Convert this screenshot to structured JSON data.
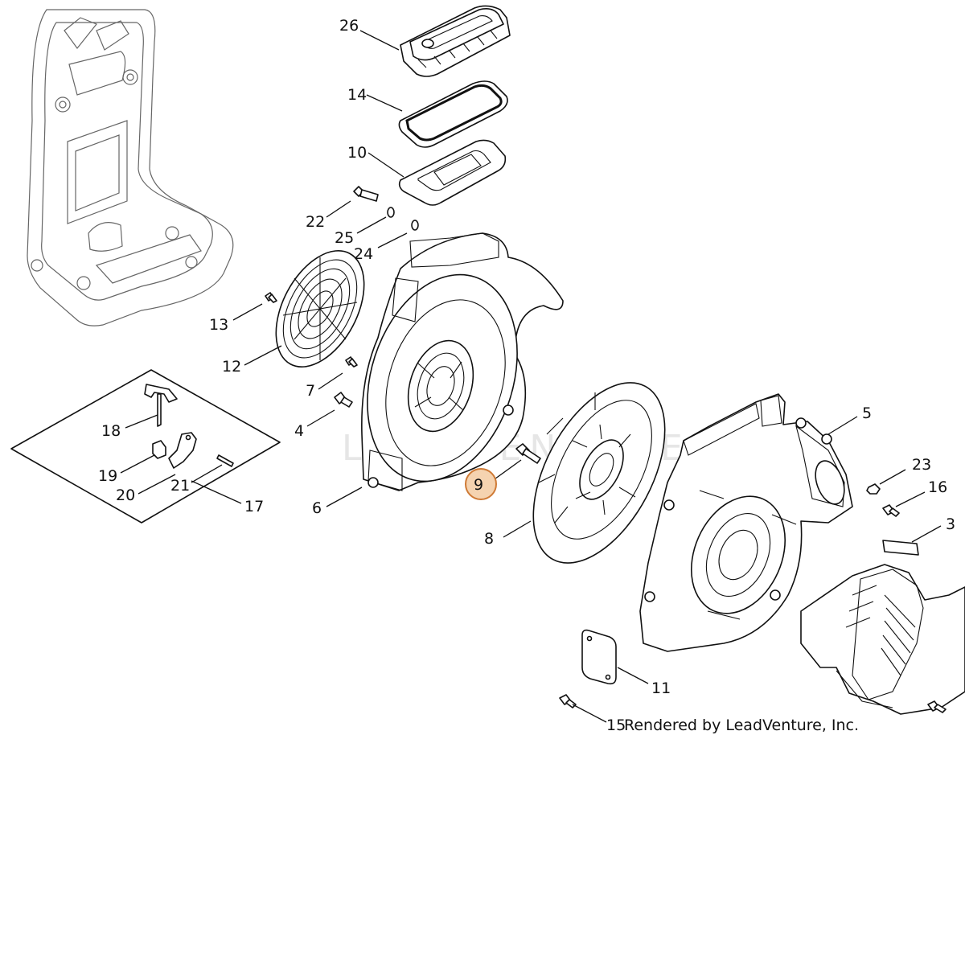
{
  "labels": {
    "l26": "26",
    "l14": "14",
    "l10": "10",
    "l22": "22",
    "l25": "25",
    "l24": "24",
    "l13": "13",
    "l12": "12",
    "l7": "7",
    "l4": "4",
    "l18": "18",
    "l19": "19",
    "l20": "20",
    "l21": "21",
    "l17": "17",
    "l6": "6",
    "l9": "9",
    "l8": "8",
    "l5": "5",
    "l23": "23",
    "l16": "16",
    "l3": "3",
    "l11": "11",
    "l15": "15"
  },
  "credit": "Rendered by LeadVenture, Inc.",
  "watermark": "LEADVENTURE",
  "highlight": {
    "part": "9",
    "fill": "#f5d3b0",
    "stroke": "#cf7a35"
  }
}
